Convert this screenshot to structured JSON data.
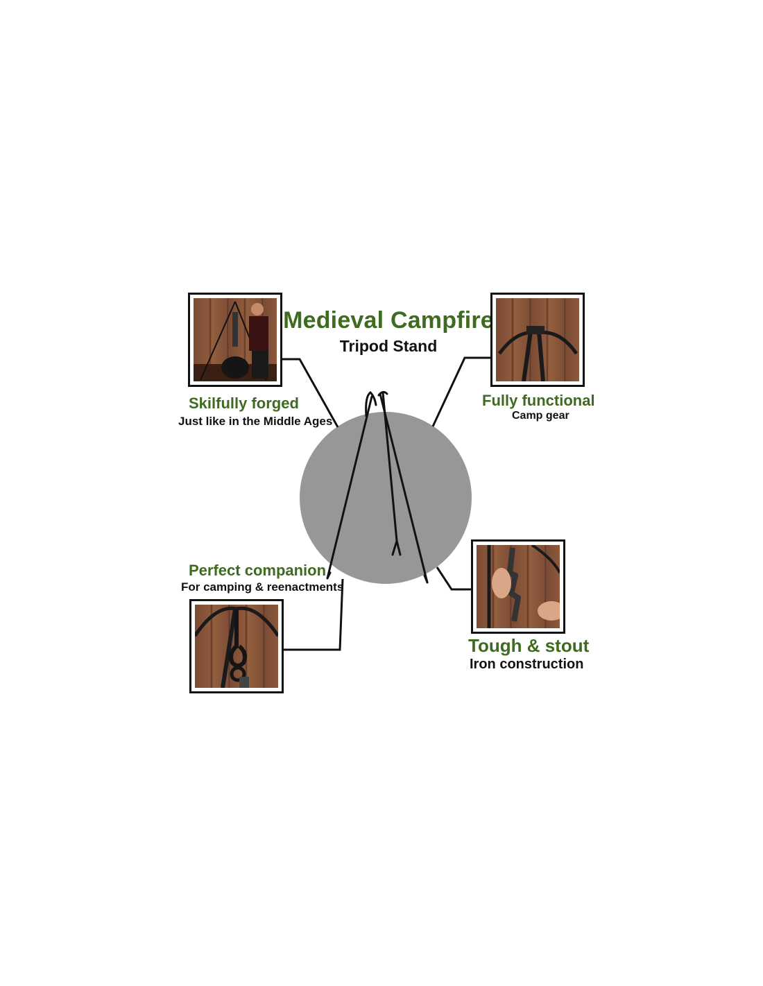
{
  "title": {
    "main": "Medieval Campfire",
    "sub": "Tripod Stand"
  },
  "features": {
    "top_left": {
      "heading": "Skilfully forged",
      "text": "Just like in the Middle Ages",
      "image": "man-with-cauldron-photo"
    },
    "top_right": {
      "heading": "Fully functional",
      "text": "Camp gear",
      "image": "tripod-top-joint-photo"
    },
    "bottom_left": {
      "heading": "Perfect companion",
      "text": "For camping & reenactments",
      "image": "tripod-hook-photo"
    },
    "bottom_right": {
      "heading": "Tough & stout",
      "text": "Iron construction",
      "image": "hand-holding-chain-photo"
    }
  },
  "colors": {
    "accent_green": "#3e6b1f",
    "circle_gray": "#979797",
    "frame": "#111111"
  }
}
